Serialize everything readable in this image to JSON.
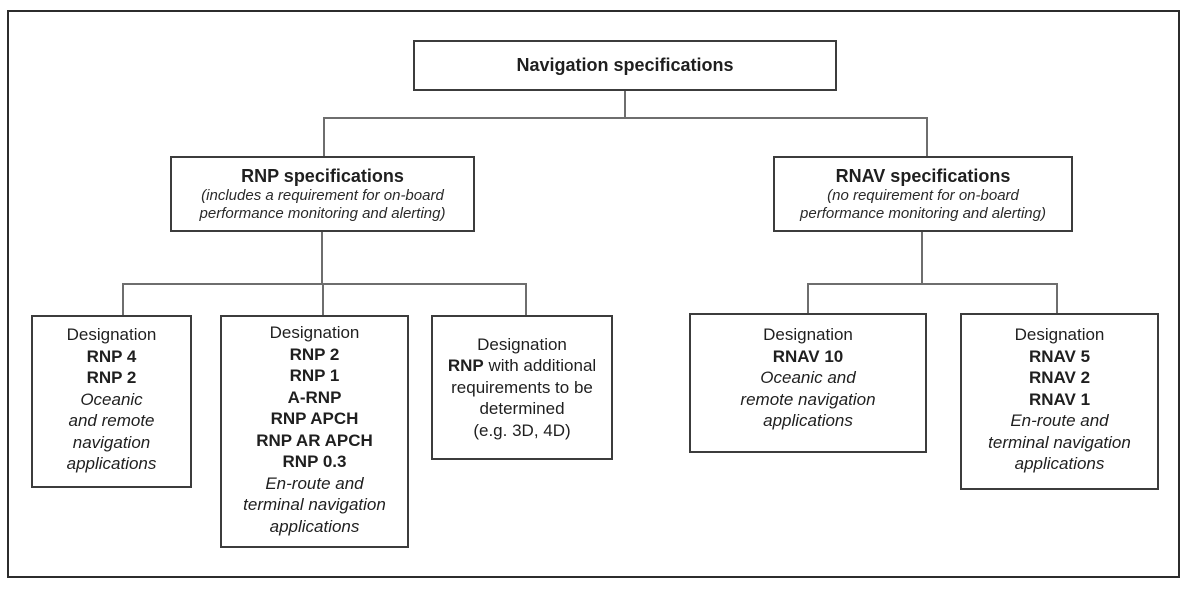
{
  "diagram": {
    "root": {
      "title": "Navigation specifications"
    },
    "rnp": {
      "title": "RNP specifications",
      "subtitle_line1": "(includes a requirement for on-board",
      "subtitle_line2": "performance monitoring and alerting)"
    },
    "rnav": {
      "title": "RNAV specifications",
      "subtitle_line1": "(no requirement for on-board",
      "subtitle_line2": "performance monitoring and alerting)"
    },
    "leaves": {
      "rnp_oceanic": {
        "label": "Designation",
        "designations": [
          "RNP 4",
          "RNP 2"
        ],
        "description": [
          "Oceanic",
          "and remote",
          "navigation",
          "applications"
        ]
      },
      "rnp_enroute": {
        "label": "Designation",
        "designations": [
          "RNP 2",
          "RNP 1",
          "A-RNP",
          "RNP APCH",
          "RNP AR APCH",
          "RNP 0.3"
        ],
        "description": [
          "En-route and",
          "terminal navigation",
          "applications"
        ]
      },
      "rnp_future": {
        "label": "Designation",
        "bold_term": "RNP",
        "line1_rest": " with additional",
        "lines": [
          "requirements to be",
          "determined",
          "(e.g. 3D, 4D)"
        ]
      },
      "rnav_oceanic": {
        "label": "Designation",
        "designations": [
          "RNAV 10"
        ],
        "description": [
          "Oceanic and",
          "remote navigation",
          "applications"
        ]
      },
      "rnav_enroute": {
        "label": "Designation",
        "designations": [
          "RNAV 5",
          "RNAV 2",
          "RNAV 1"
        ],
        "description": [
          "En-route and",
          "terminal navigation",
          "applications"
        ]
      }
    },
    "colors": {
      "connector_line": "#6e6e6e",
      "box_border": "#3c3c3c",
      "outer_frame": "#2c2c2c",
      "text": "#1f1f1f",
      "background": "#ffffff"
    }
  }
}
